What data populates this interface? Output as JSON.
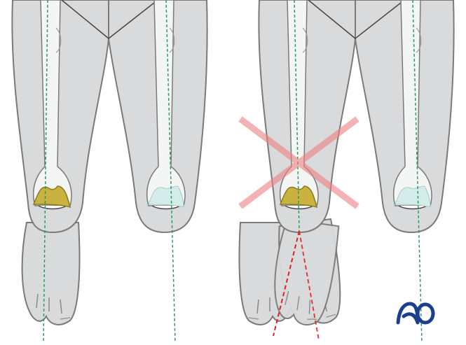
{
  "figures": [
    {
      "id": "correct",
      "patella": "left-knee-visible",
      "foot_rotation": "neutral"
    },
    {
      "id": "incorrect",
      "patella": "left-knee-visible",
      "foot_rotation": "rotated",
      "crossed_out": true
    }
  ],
  "logo": {
    "text": "AO",
    "color": "#1a3f8f"
  },
  "colors": {
    "skin": "#d9dadb",
    "outline": "#7a7a7a",
    "bone": "#f4f5f5",
    "patella_visible": "#c9b23f",
    "patella_hidden": "#d6ecea",
    "axis_line": "#2e9c5e",
    "rotation_line": "#e02020",
    "cross": "#f08080"
  }
}
